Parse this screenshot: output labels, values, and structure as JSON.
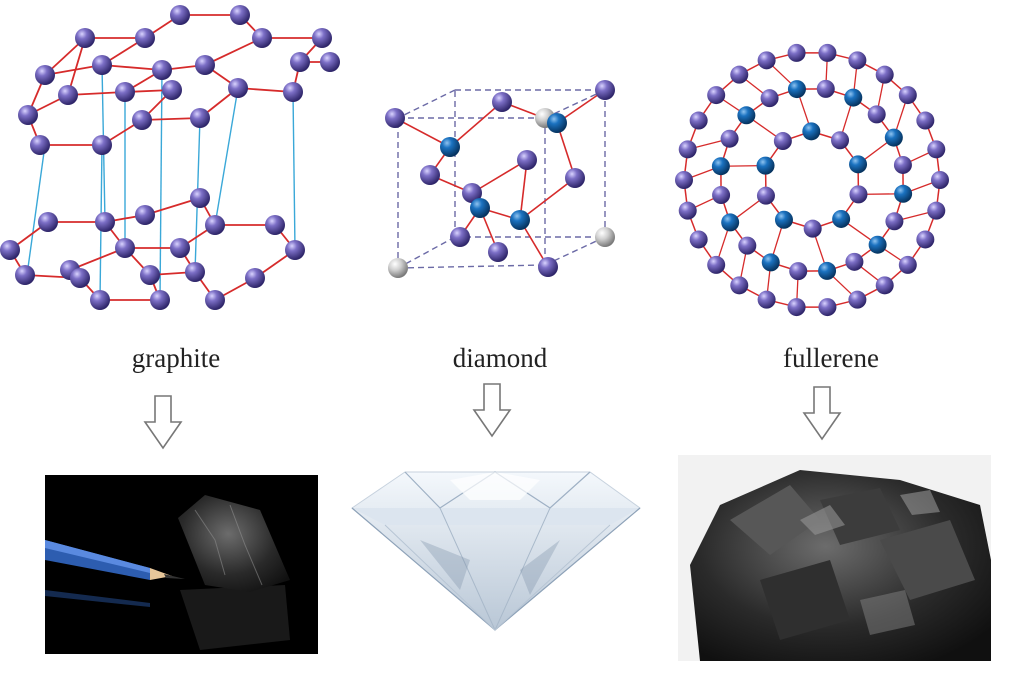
{
  "structures": [
    {
      "id": "graphite",
      "label": "graphite",
      "photo": "graphite-photo"
    },
    {
      "id": "diamond",
      "label": "diamond",
      "photo": "diamond-photo"
    },
    {
      "id": "fullerene",
      "label": "fullerene",
      "photo": "fullerene-photo"
    }
  ],
  "colors": {
    "atom": "#5a4fa3",
    "atom_highlight": "#b9b0ea",
    "blue_atom": "#0f5ea6",
    "bond": "#d62b2b",
    "interlayer": "#3aa8d8",
    "cell_edge": "#6b6aa6",
    "corner_atom": "#c8c8c8",
    "arrow_stroke": "#777777"
  },
  "icons": [
    "down-arrow-icon",
    "down-arrow-icon",
    "down-arrow-icon"
  ]
}
